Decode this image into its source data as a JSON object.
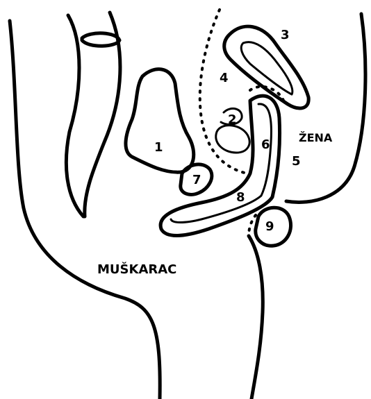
{
  "labels": {
    "man": "MUŠKARAC",
    "woman": "ŽENA",
    "n1": "1",
    "n2": "2",
    "n3": "3",
    "n4": "4",
    "n5": "5",
    "n6": "6",
    "n7": "7",
    "n8": "8",
    "n9": "9"
  }
}
